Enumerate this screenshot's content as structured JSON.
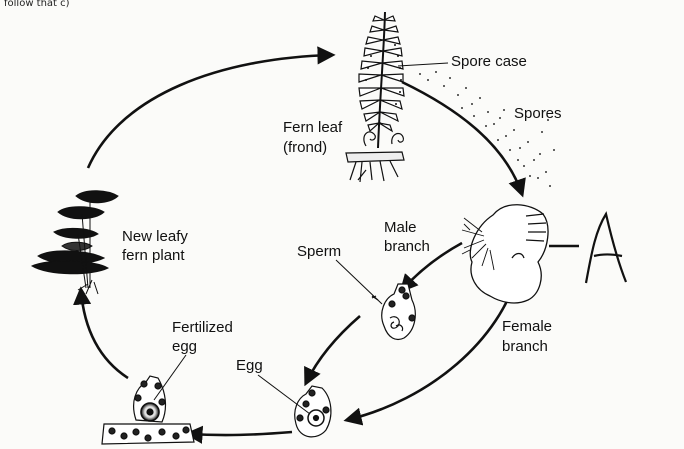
{
  "top_fragment": "follow that c)",
  "labels": {
    "spore_case": "Spore case",
    "spores": "Spores",
    "fern_leaf_line1": "Fern leaf",
    "fern_leaf_line2": "(frond)",
    "new_leafy_line1": "New leafy",
    "new_leafy_line2": "fern plant",
    "male_line1": "Male",
    "male_line2": "branch",
    "sperm": "Sperm",
    "female_line1": "Female",
    "female_line2": "branch",
    "fertilized_line1": "Fertilized",
    "fertilized_line2": "egg",
    "egg": "Egg"
  },
  "annotation": "A"
}
